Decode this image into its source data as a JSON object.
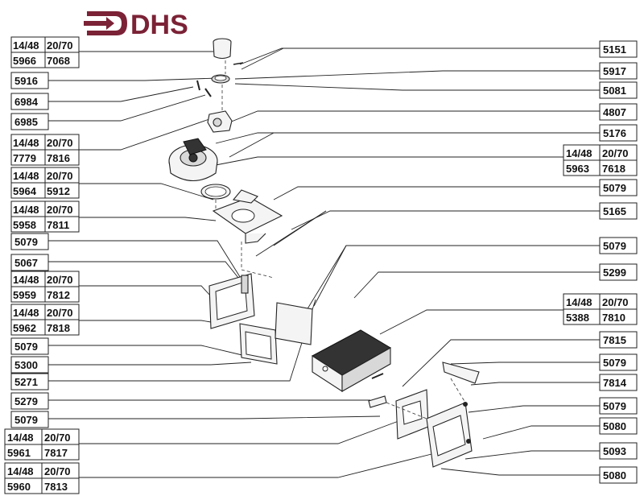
{
  "logo": {
    "text": "DHS",
    "color": "#7b2236"
  },
  "labels": {
    "l1a": "14/48",
    "l1b": "20/70",
    "l1c": "5966",
    "l1d": "7068",
    "l2": "5916",
    "l3": "6984",
    "l4": "6985",
    "l5a": "14/48",
    "l5b": "20/70",
    "l5c": "7779",
    "l5d": "7816",
    "l6a": "14/48",
    "l6b": "20/70",
    "l6c": "5964",
    "l6d": "5912",
    "l7a": "14/48",
    "l7b": "20/70",
    "l7c": "5958",
    "l7d": "7811",
    "l8": "5079",
    "l9": "5067",
    "l10a": "14/48",
    "l10b": "20/70",
    "l10c": "5959",
    "l10d": "7812",
    "l11a": "14/48",
    "l11b": "20/70",
    "l11c": "5962",
    "l11d": "7818",
    "l12": "5079",
    "l13": "5300",
    "l14": "5271",
    "l15": "5279",
    "l16": "5079",
    "l17a": "14/48",
    "l17b": "20/70",
    "l17c": "5961",
    "l17d": "7817",
    "l18a": "14/48",
    "l18b": "20/70",
    "l18c": "5960",
    "l18d": "7813",
    "r1": "5151",
    "r2": "5917",
    "r3": "5081",
    "r4": "4807",
    "r5": "5176",
    "r6a": "14/48",
    "r6b": "20/70",
    "r6c": "5963",
    "r6d": "7618",
    "r7": "5079",
    "r8": "5165",
    "r9": "5079",
    "r10": "5299",
    "r11a": "14/48",
    "r11b": "20/70",
    "r11c": "5388",
    "r11d": "7810",
    "r12": "7815",
    "r13": "5079",
    "r14": "7814",
    "r15": "5079",
    "r16": "5080",
    "r17": "5093",
    "r18": "5080"
  }
}
